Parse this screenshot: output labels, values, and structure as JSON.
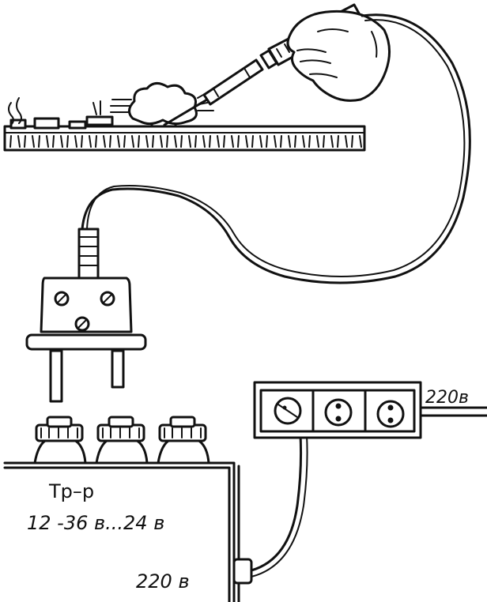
{
  "labels": {
    "transformer_name": "Тр–р",
    "transformer_output": "12 -36 в...24 в",
    "transformer_input": "220 в",
    "mains_voltage": "220в"
  },
  "colors": {
    "ink": "#111111",
    "paper": "#ffffff"
  },
  "icons": [
    "soldering-iron-icon",
    "hand-icon",
    "plug-icon",
    "socket-icon",
    "terminal-icon"
  ]
}
